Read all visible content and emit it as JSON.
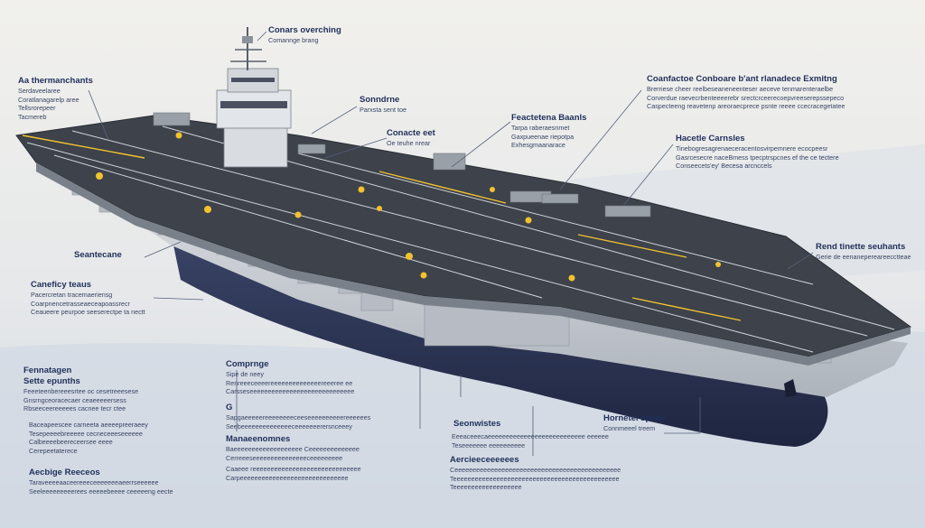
{
  "callouts": [
    {
      "id": "top-center",
      "title": "Conars overching",
      "body": [
        "Comannge brang"
      ]
    },
    {
      "id": "top-left",
      "title": "Aa thermanchants",
      "body": [
        "Serdaveelaree",
        "Coratlanagarelp aree",
        "Tellsrorepeer",
        "Tacmereb"
      ]
    },
    {
      "id": "island-upper",
      "title": "Sonndrne",
      "body": [
        "Parxsta sent toe"
      ]
    },
    {
      "id": "island-lower",
      "title": "Conacte eet",
      "body": [
        "Oe teuhe nrear"
      ]
    },
    {
      "id": "mid-upper",
      "title": "Feactetena Baanls",
      "body": [
        "Tarpa raberaesnmet",
        "Gaxpueenae riepotpa",
        "Exhesgmaanarace"
      ]
    },
    {
      "id": "top-right",
      "title": "Coanfactoe Conboare b'ant rlanadece Exmitng",
      "body": [
        "Brerriese cheer reelbeseaneneenteser aeceve tenmarenteraelbe",
        "Corverdue raevecrbenteeeerebr srectcrceerecoepvreeserepssepeco",
        "Caspecteeng reavetenp areoraecprece psnte reeee ccecracegetatee"
      ]
    },
    {
      "id": "right-upper",
      "title": "Hacetle Carnsles",
      "body": [
        "Tinebogresagrenaeceracentosvirpemnere ecocpeesr",
        "Gasrcesecre naceBmess tpecptrspcnes ef the ce tectere",
        "Conseecets'ey' Becesa arcnccels"
      ]
    },
    {
      "id": "right-mid",
      "title": "Rend tinette seuhants",
      "body": [
        "Gerie de eenanepereareecctteae"
      ]
    },
    {
      "id": "left-mid",
      "title": "Seantecane",
      "body": []
    },
    {
      "id": "left-lower",
      "title": "Caneficy teaus",
      "body": [
        "Pacercretan tracemaeriensg",
        "Coarpnencetrasseaeceapoassrecr",
        "Ceaueere peurpoe seeserectpe ta nectt"
      ]
    },
    {
      "id": "bottom-left-1",
      "title": "Fennatagen",
      "subtitle": "Sette epunths",
      "body": [
        "Feeeteenbereeesrtee oc cesetreeesese",
        "Gnsrngceoracecaer ceaeeeeersess",
        "Rbseeceereeeees cacnee tecr ctee"
      ]
    },
    {
      "id": "bottom-left-2",
      "title": "",
      "body": [
        "Baceapeescee carneeta aeeeepreeraeey",
        "Tesepeeeebreeeee cecneceeeseeeeee",
        "Calbeeeebeereceersee eeee",
        "Cerepeetaterece"
      ]
    },
    {
      "id": "bottom-left-3",
      "title": "Aecbige Reeceos",
      "body": [
        "Taraveeeeaaceereeeceeeeeeeaeerrseeeeee",
        "Seeleeeeeeeeerees eeeeebeeee ceeeeeng eecte"
      ]
    },
    {
      "id": "bottom-mid-1",
      "title": "Comprnge",
      "body": [
        "Sipe de neey",
        "Renreeeceeeereeeeeeeeeeeeeereeeree ee",
        "Carsseseeeeeeeeeeeeeeeeeeeeeeeeeeeee"
      ]
    },
    {
      "id": "bottom-mid-2",
      "title": "G",
      "body": [
        "Sapgaeeeeereeeeeeeeceeseeeeeeeeeereeeeees",
        "Seebeeeeeeeeeeeeeeceeeeeeerersnceeey"
      ]
    },
    {
      "id": "bottom-mid-3",
      "title": "Manaeenomnes",
      "body": [
        "Baeeeeeeeeeeeeeeeeeee Ceeeeeeeeeeeeee",
        "Cerreeeseeeeeeeeeeeeeeeceeeeeeeee"
      ]
    },
    {
      "id": "bottom-mid-4",
      "title": "",
      "body": [
        "Caaeee reeeeeeeeeeeeeeeeeeeeeeeeeeeeee",
        "Carpeeeeeeeeeeeeeeeeeeeeeeeeeeeeee"
      ]
    },
    {
      "id": "bottom-center-1",
      "title": "Seonwistes",
      "body": []
    },
    {
      "id": "bottom-center-2",
      "title": "",
      "body": [
        "Eeeaceeecaeeeeeeeeeeeeeeeeeeeeeeeeeee eeeeee",
        "Teseeeeeee eeeeeeeeee"
      ]
    },
    {
      "id": "bottom-center-3",
      "title": "Aercieeceeeeees",
      "body": [
        "Ceeeeeeeeeeeeeeeeeeeeeeeeeeeeeeeeeeeeeeeeeeeeee",
        "Teeeeeeeeeeeeeeeeeeeeeeeeeeeeeeeeeeeeeeeeeeeeee",
        "Teeeeeeeeeeeeeeeeeee"
      ]
    },
    {
      "id": "bottom-right",
      "title": "Hornetel spede",
      "body": [
        "Connmeeel treem"
      ]
    }
  ],
  "colors": {
    "deck": "#3d424b",
    "hull": "#2c3553",
    "side": "#c9cdd3",
    "marking": "#f3c22c",
    "label": "#1f2f5a"
  }
}
